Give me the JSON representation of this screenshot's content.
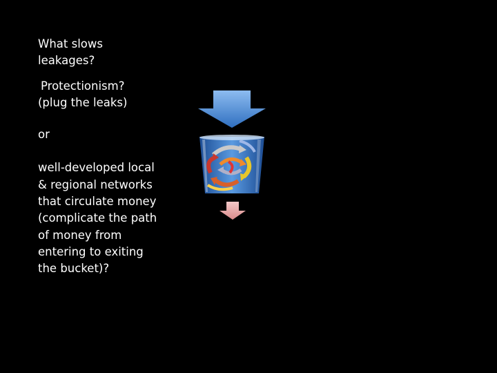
{
  "slide": {
    "question_line1": "What slows",
    "question_line2": "leakages?",
    "option1_line1": "Protectionism?",
    "option1_line2": "(plug the leaks)",
    "or_word": "or",
    "option2_lines": [
      "well-developed local",
      "& regional networks",
      "that circulate money",
      "(complicate the path",
      "of money from",
      "entering to exiting",
      "the bucket)?"
    ]
  },
  "colors": {
    "background": "#000000",
    "text": "#ffffff",
    "inflow_arrow": "#5b9bd5",
    "outflow_arrow": "#e9a8a8",
    "bucket": "#3f7fc9"
  },
  "illustration": {
    "inflow_icon": "down-arrow-icon",
    "bucket_icon": "bucket-with-circulating-arrows",
    "outflow_icon": "down-arrow-icon"
  }
}
